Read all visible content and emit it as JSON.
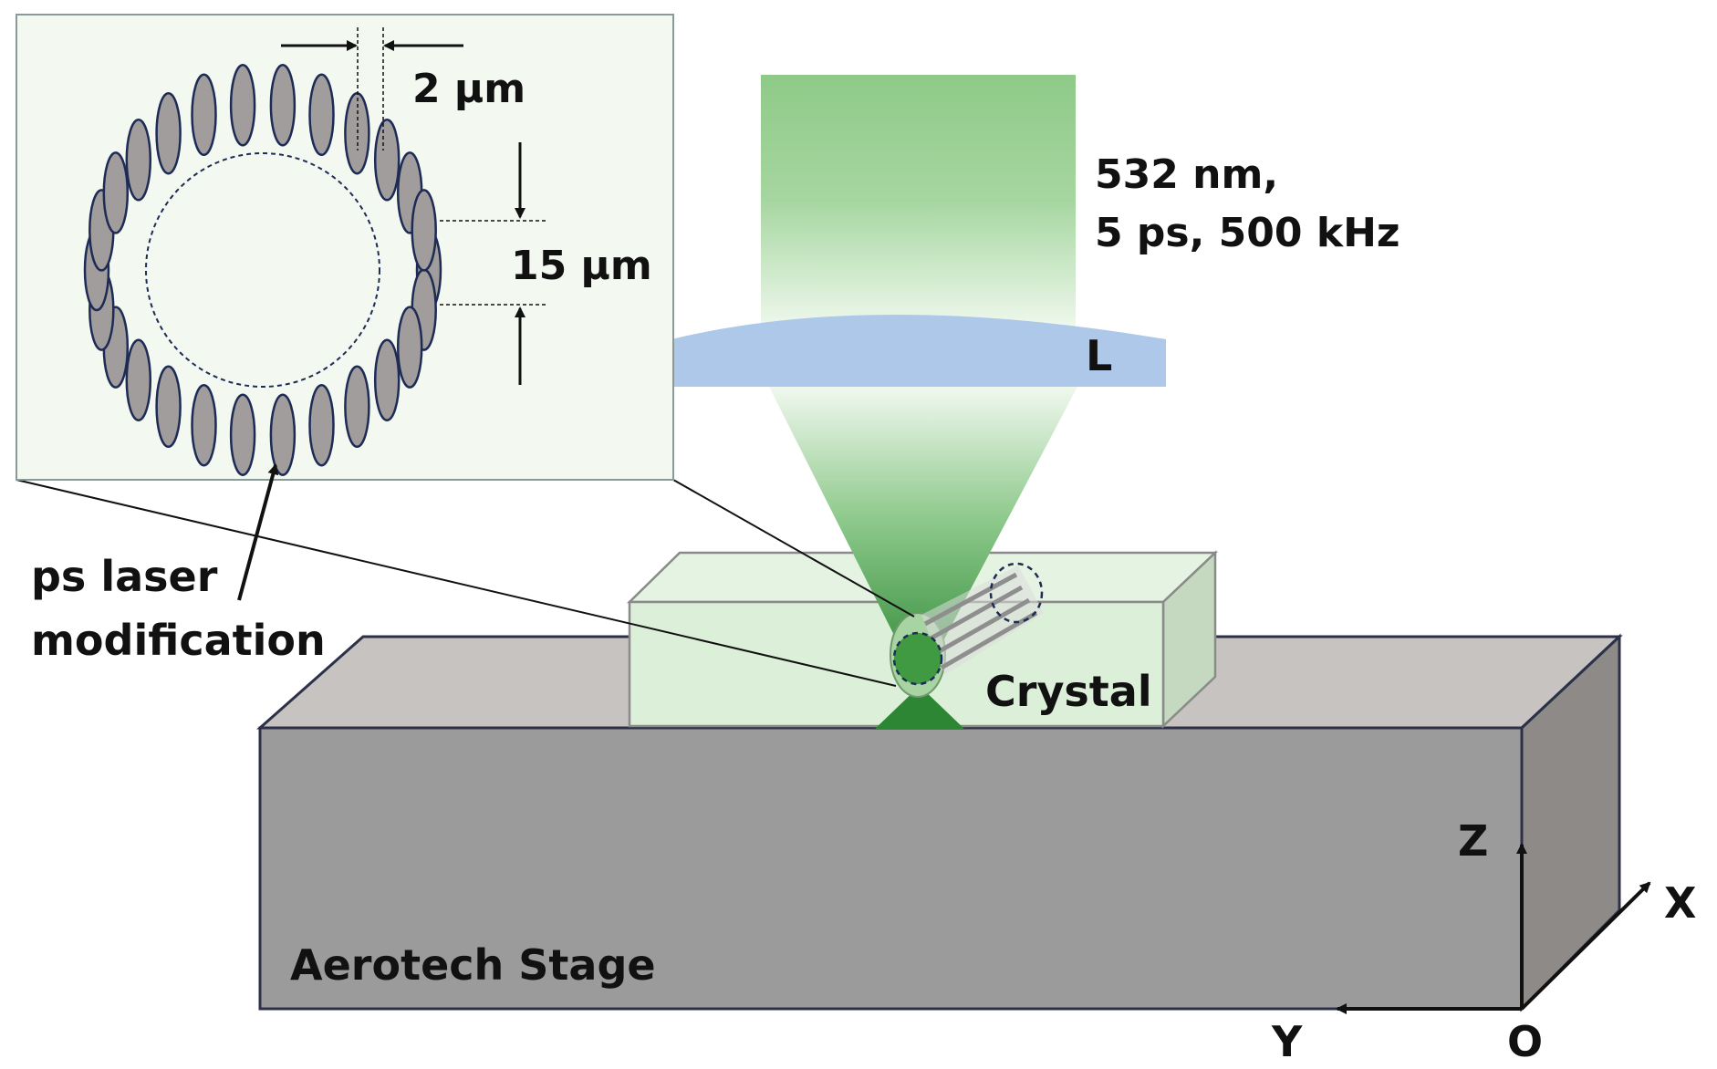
{
  "labels": {
    "wavelength_line1": "532 nm,",
    "wavelength_line2": "5 ps, 500 kHz",
    "lens": "L",
    "spacing": "2 µm",
    "diameter": "15 µm",
    "modification_line1": "ps laser",
    "modification_line2": "modification",
    "crystal": "Crystal",
    "stage": "Aerotech Stage",
    "axis_z": "Z",
    "axis_x": "X",
    "axis_y": "Y",
    "axis_origin": "O"
  },
  "colors": {
    "beam_green": "#8fca88",
    "focus_green": "#2f8a37",
    "lens_blue": "#aec8e9",
    "inset_bg": "#f3f9f1",
    "crystal_face": "#dcefd8",
    "stage_front": "#9b9b9b",
    "stage_top": "#c6c3c1",
    "stage_side": "#8e8a88",
    "ellipse_fill": "#a19d9c",
    "ellipse_stroke": "#1e2b55"
  }
}
